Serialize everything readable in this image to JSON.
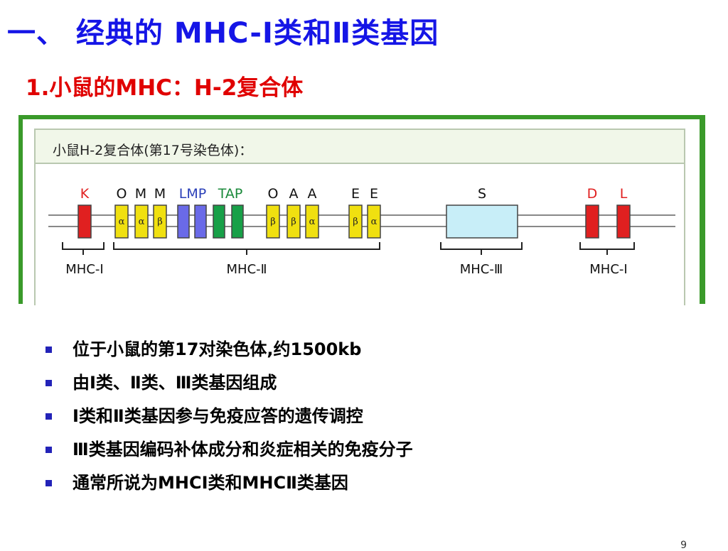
{
  "slide": {
    "title": "一、 经典的 MHC-Ⅰ类和Ⅱ类基因",
    "subtitle": "1.小鼠的MHC：H-2复合体",
    "page_number": "9"
  },
  "figure": {
    "caption": "小鼠H-2复合体(第17号染色体)：",
    "gene_labels": [
      {
        "text": "K",
        "color": "#e02020"
      },
      {
        "text": "O",
        "color": "#111111"
      },
      {
        "text": "M",
        "color": "#111111"
      },
      {
        "text": "M",
        "color": "#111111"
      },
      {
        "text": "LMP",
        "color": "#2a3fb8"
      },
      {
        "text": "TAP",
        "color": "#1a8a3a"
      },
      {
        "text": "O",
        "color": "#111111"
      },
      {
        "text": "A",
        "color": "#111111"
      },
      {
        "text": "A",
        "color": "#111111"
      },
      {
        "text": "E",
        "color": "#111111"
      },
      {
        "text": "E",
        "color": "#111111"
      },
      {
        "text": "S",
        "color": "#111111"
      },
      {
        "text": "D",
        "color": "#e02020"
      },
      {
        "text": "L",
        "color": "#e02020"
      }
    ],
    "yellow_gene_greek": [
      "α",
      "α",
      "β",
      "β",
      "β",
      "α",
      "β",
      "α"
    ],
    "region_labels": [
      "MHC-Ⅰ",
      "MHC-Ⅱ",
      "MHC-Ⅲ",
      "MHC-Ⅰ"
    ],
    "colors": {
      "class1": "#e02020",
      "class2": "#f0e010",
      "lmp": "#6a6ae8",
      "tap": "#18a048",
      "class3": "#c8eef8",
      "frame": "#3a9a2a"
    }
  },
  "bullets": [
    "位于小鼠的第17对染色体,约1500kb",
    "由Ⅰ类、Ⅱ类、Ⅲ类基因组成",
    "Ⅰ类和Ⅱ类基因参与免疫应答的遗传调控",
    "Ⅲ类基因编码补体成分和炎症相关的免疫分子",
    "通常所说为MHCⅠ类和MHCⅡ类基因"
  ]
}
